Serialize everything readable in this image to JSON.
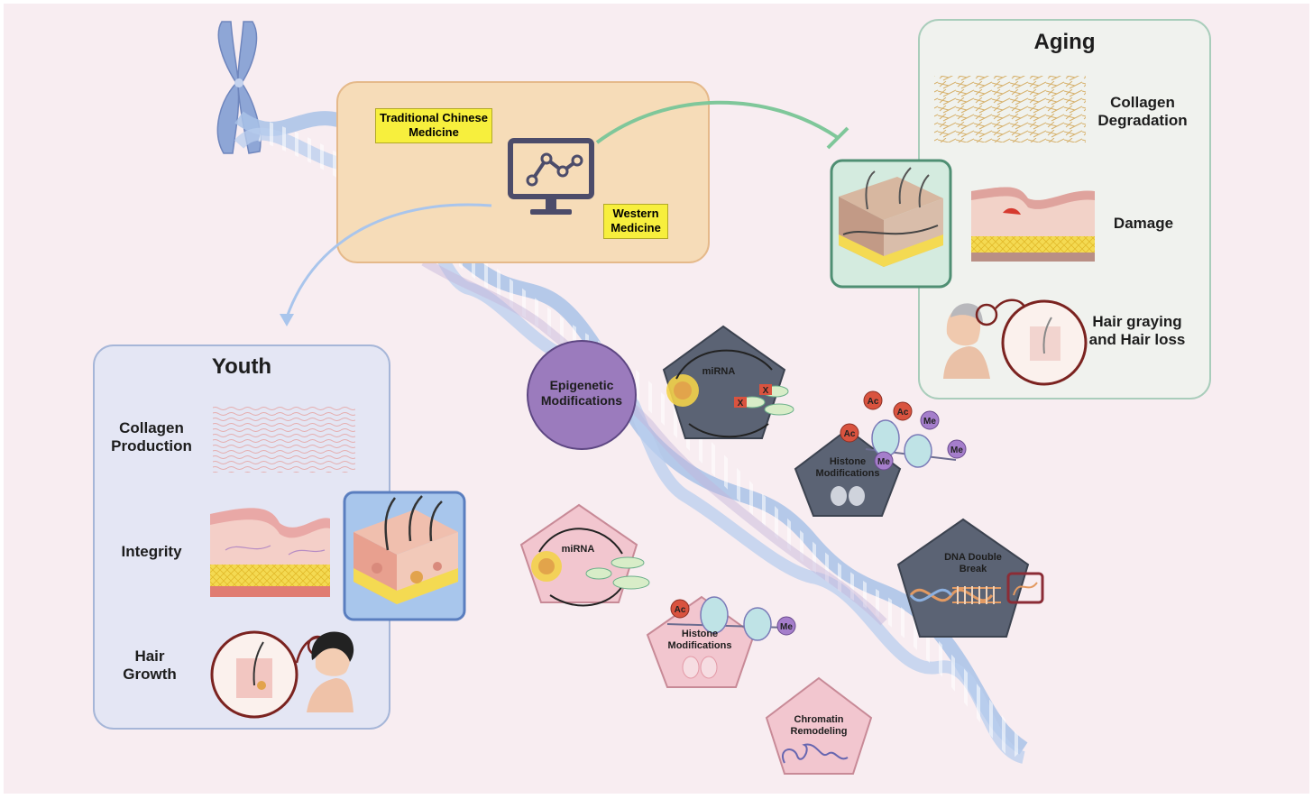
{
  "tcm": {
    "traditional_chinese_medicine": "Traditional Chinese Medicine",
    "western_medicine": "Western Medicine"
  },
  "youth": {
    "title": "Youth",
    "collagen_production": "Collagen Production",
    "integrity": "Integrity",
    "hair_growth": "Hair Growth"
  },
  "aging": {
    "title": "Aging",
    "collagen_degradation": "Collagen Degradation",
    "damage": "Damage",
    "hair_graying": "Hair graying and Hair loss"
  },
  "epigenetic": {
    "center": "Epigenetic Modifications",
    "mirna_top": "miRNA",
    "mirna_bottom": "miRNA",
    "histone_top": "Histone Modifications",
    "histone_bottom": "Histone Modifications",
    "dna_break": "DNA Double Break",
    "chromatin": "Chromatin Remodeling",
    "ac": "Ac",
    "me": "Me",
    "x": "X"
  },
  "colors": {
    "background": "#f8edf1",
    "tcm_box": "#f6dcb8",
    "youth_panel": "#e4e6f4",
    "aging_panel": "#f0f2ee",
    "dna": "#a9c2e8",
    "epigenetic_circle": "#9b7bbd",
    "dark_pentagon": "#5b6374",
    "pink_pentagon": "#f2c6cf",
    "inhibit_arrow": "#7fc79a",
    "acetyl": "#d9533f",
    "methyl": "#a57ecb"
  }
}
